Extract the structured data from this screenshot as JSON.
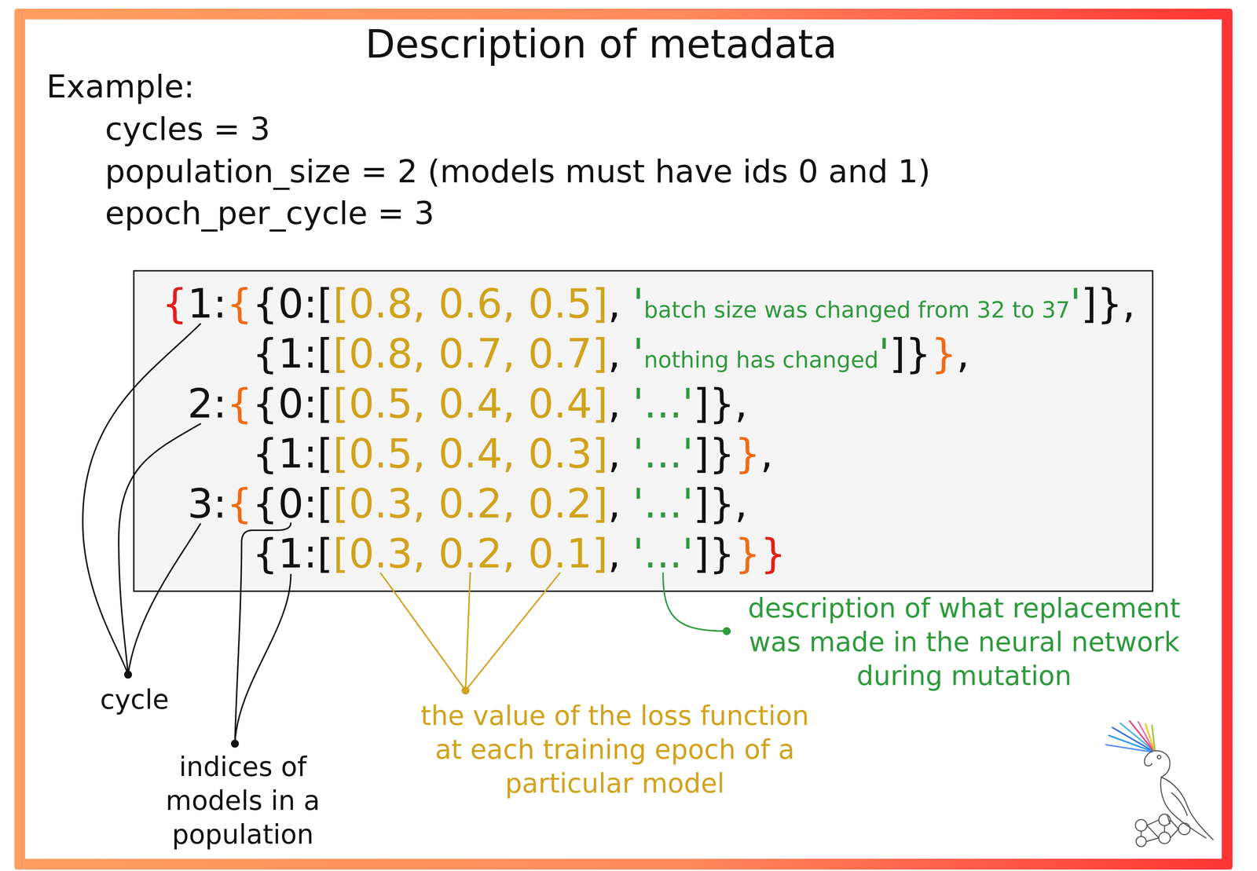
{
  "diagram": {
    "title": "Description of metadata",
    "nodes": [
      {
        "text": [
          "{",
          "1:",
          "{",
          "{0:[",
          "[0.8, 0.6, 0.5]",
          ",",
          "'",
          "batch size was changed from 32 to 37",
          "'",
          "]},",
          "{1:[",
          "[0.8, 0.7, 0.7]",
          ",",
          "'",
          "nothing has changed",
          "'",
          "]}",
          "}",
          ",",
          "2:",
          "{",
          "{0:[",
          "[0.5, 0.4, 0.4]",
          ",",
          "'...'",
          "]},",
          "{1:[",
          "[0.5, 0.4, 0.3]",
          ",",
          "'...'",
          "]}",
          "}",
          ",",
          "3:",
          "{",
          "{0:[",
          "[0.3, 0.2, 0.2]",
          ",",
          "'...'",
          "]},",
          "{1:[",
          "[0.3, 0.2, 0.1]",
          ",",
          "'...'",
          "]}",
          "}",
          "}"
        ]
      }
    ],
    "labels": [
      "Example:",
      "cycles = 3",
      "population_size = 2 (models must have ids 0 and 1)",
      "epoch_per_cycle = 3",
      "cycle",
      "indices of models in a population",
      "the value of the loss function at each training epoch of a particular model",
      "description of what replacement was made in the neural network during mutation"
    ]
  }
}
